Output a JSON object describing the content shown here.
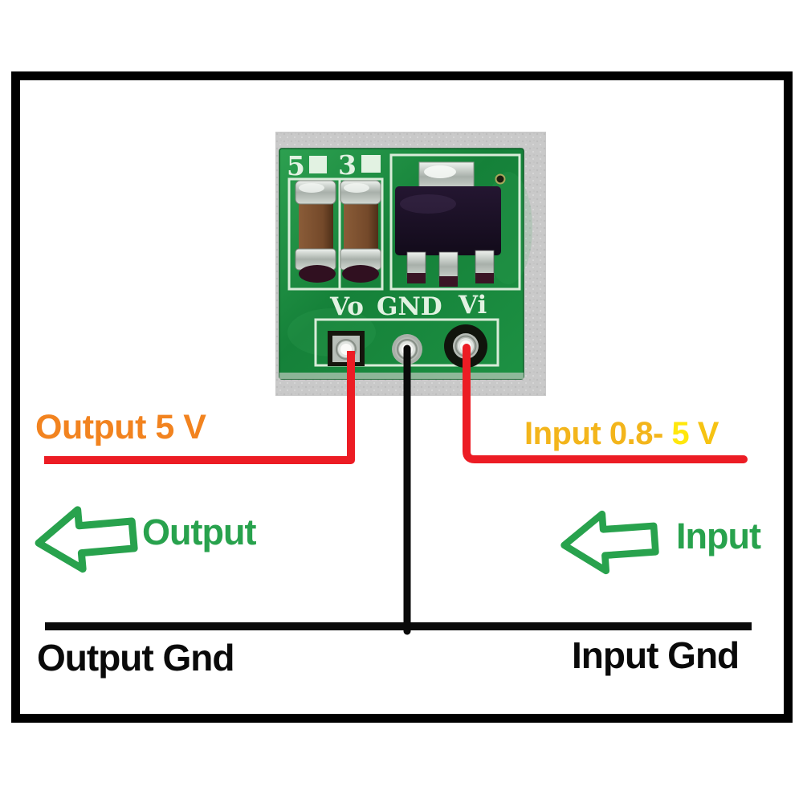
{
  "colors": {
    "frame_black": "#000000",
    "wire_red": "#EC1C24",
    "wire_black": "#0A0A0A",
    "arrow_green": "#28A24D",
    "label_orange": "#F2831F",
    "label_amber": "#F3B51B",
    "label_yellow": "#FFE70C",
    "pcb_green": "#1A8F3F",
    "silkscreen_white": "#E2F2E2",
    "photo_background": "#C9C9C9"
  },
  "pcb": {
    "markings": [
      "5",
      "3"
    ],
    "pin_labels": [
      "Vo",
      "GND",
      "Vi"
    ]
  },
  "annotations": {
    "output_voltage": "Output 5 V",
    "input_voltage": {
      "range": "Input 0.8- ",
      "max": "5",
      "unit": " V"
    },
    "output_direction": "Output",
    "input_direction": "Input",
    "output_ground": "Output Gnd",
    "input_ground": "Input Gnd"
  }
}
